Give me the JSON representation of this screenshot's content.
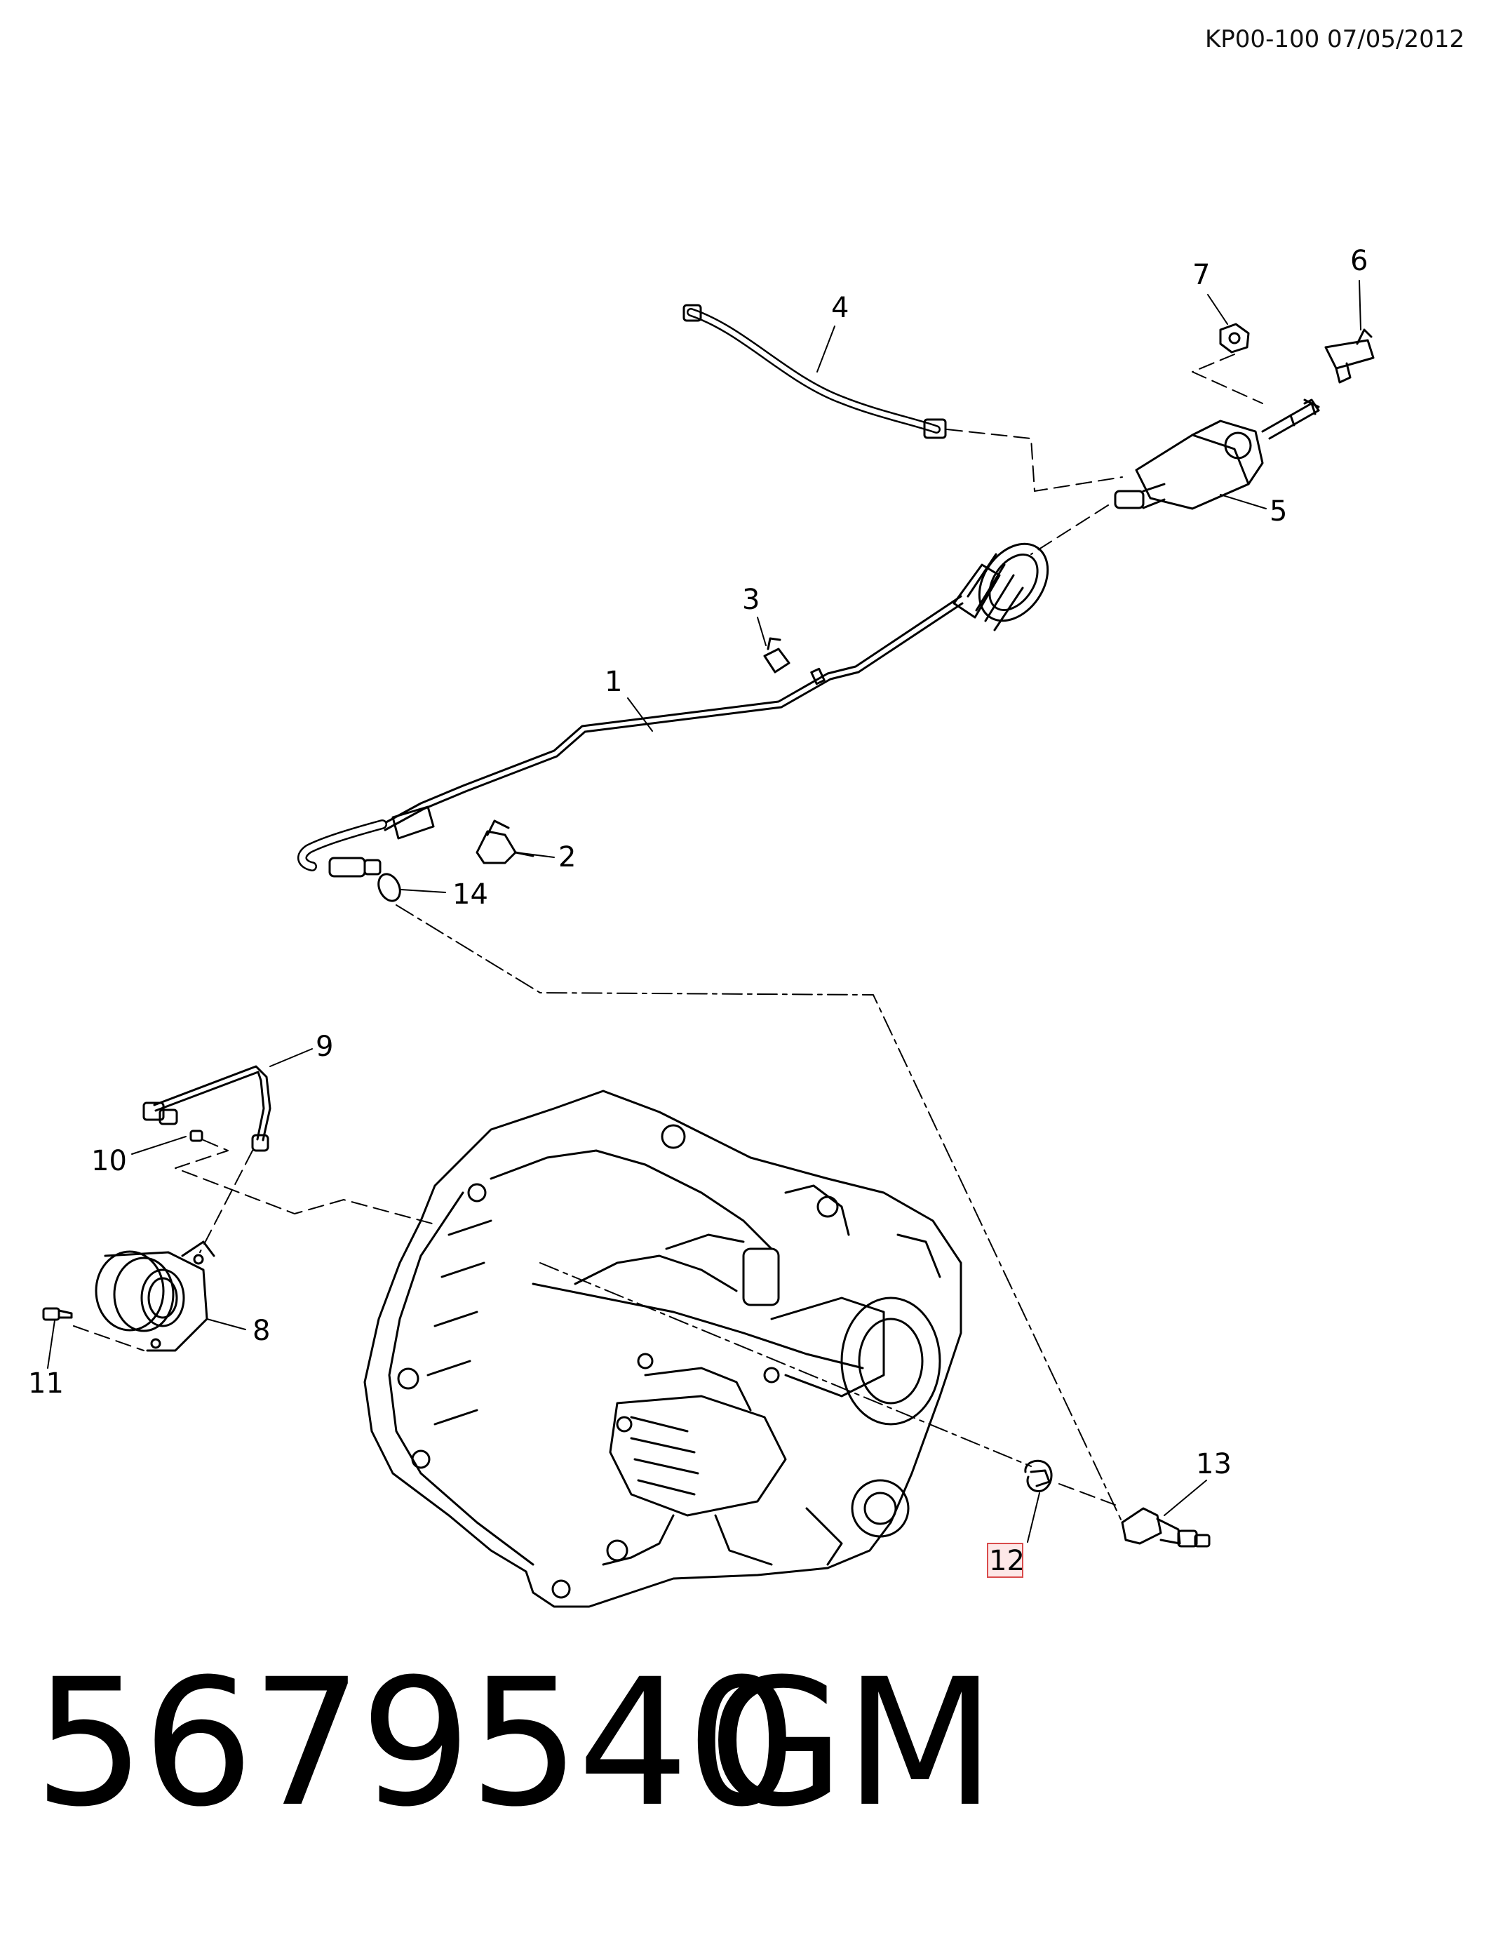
{
  "header": {
    "code": "KP00-100 07/05/2012"
  },
  "callouts": [
    {
      "id": "1",
      "label": "1"
    },
    {
      "id": "2",
      "label": "2"
    },
    {
      "id": "3",
      "label": "3"
    },
    {
      "id": "4",
      "label": "4"
    },
    {
      "id": "5",
      "label": "5"
    },
    {
      "id": "6",
      "label": "6"
    },
    {
      "id": "7",
      "label": "7"
    },
    {
      "id": "8",
      "label": "8"
    },
    {
      "id": "9",
      "label": "9"
    },
    {
      "id": "10",
      "label": "10"
    },
    {
      "id": "11",
      "label": "11"
    },
    {
      "id": "12",
      "label": "12",
      "highlighted": true
    },
    {
      "id": "13",
      "label": "13"
    },
    {
      "id": "14",
      "label": "14"
    }
  ],
  "footer": {
    "part_number": "5679540",
    "brand": "GM"
  },
  "colors": {
    "highlight_box": "#d94c4c",
    "line": "#000000"
  }
}
